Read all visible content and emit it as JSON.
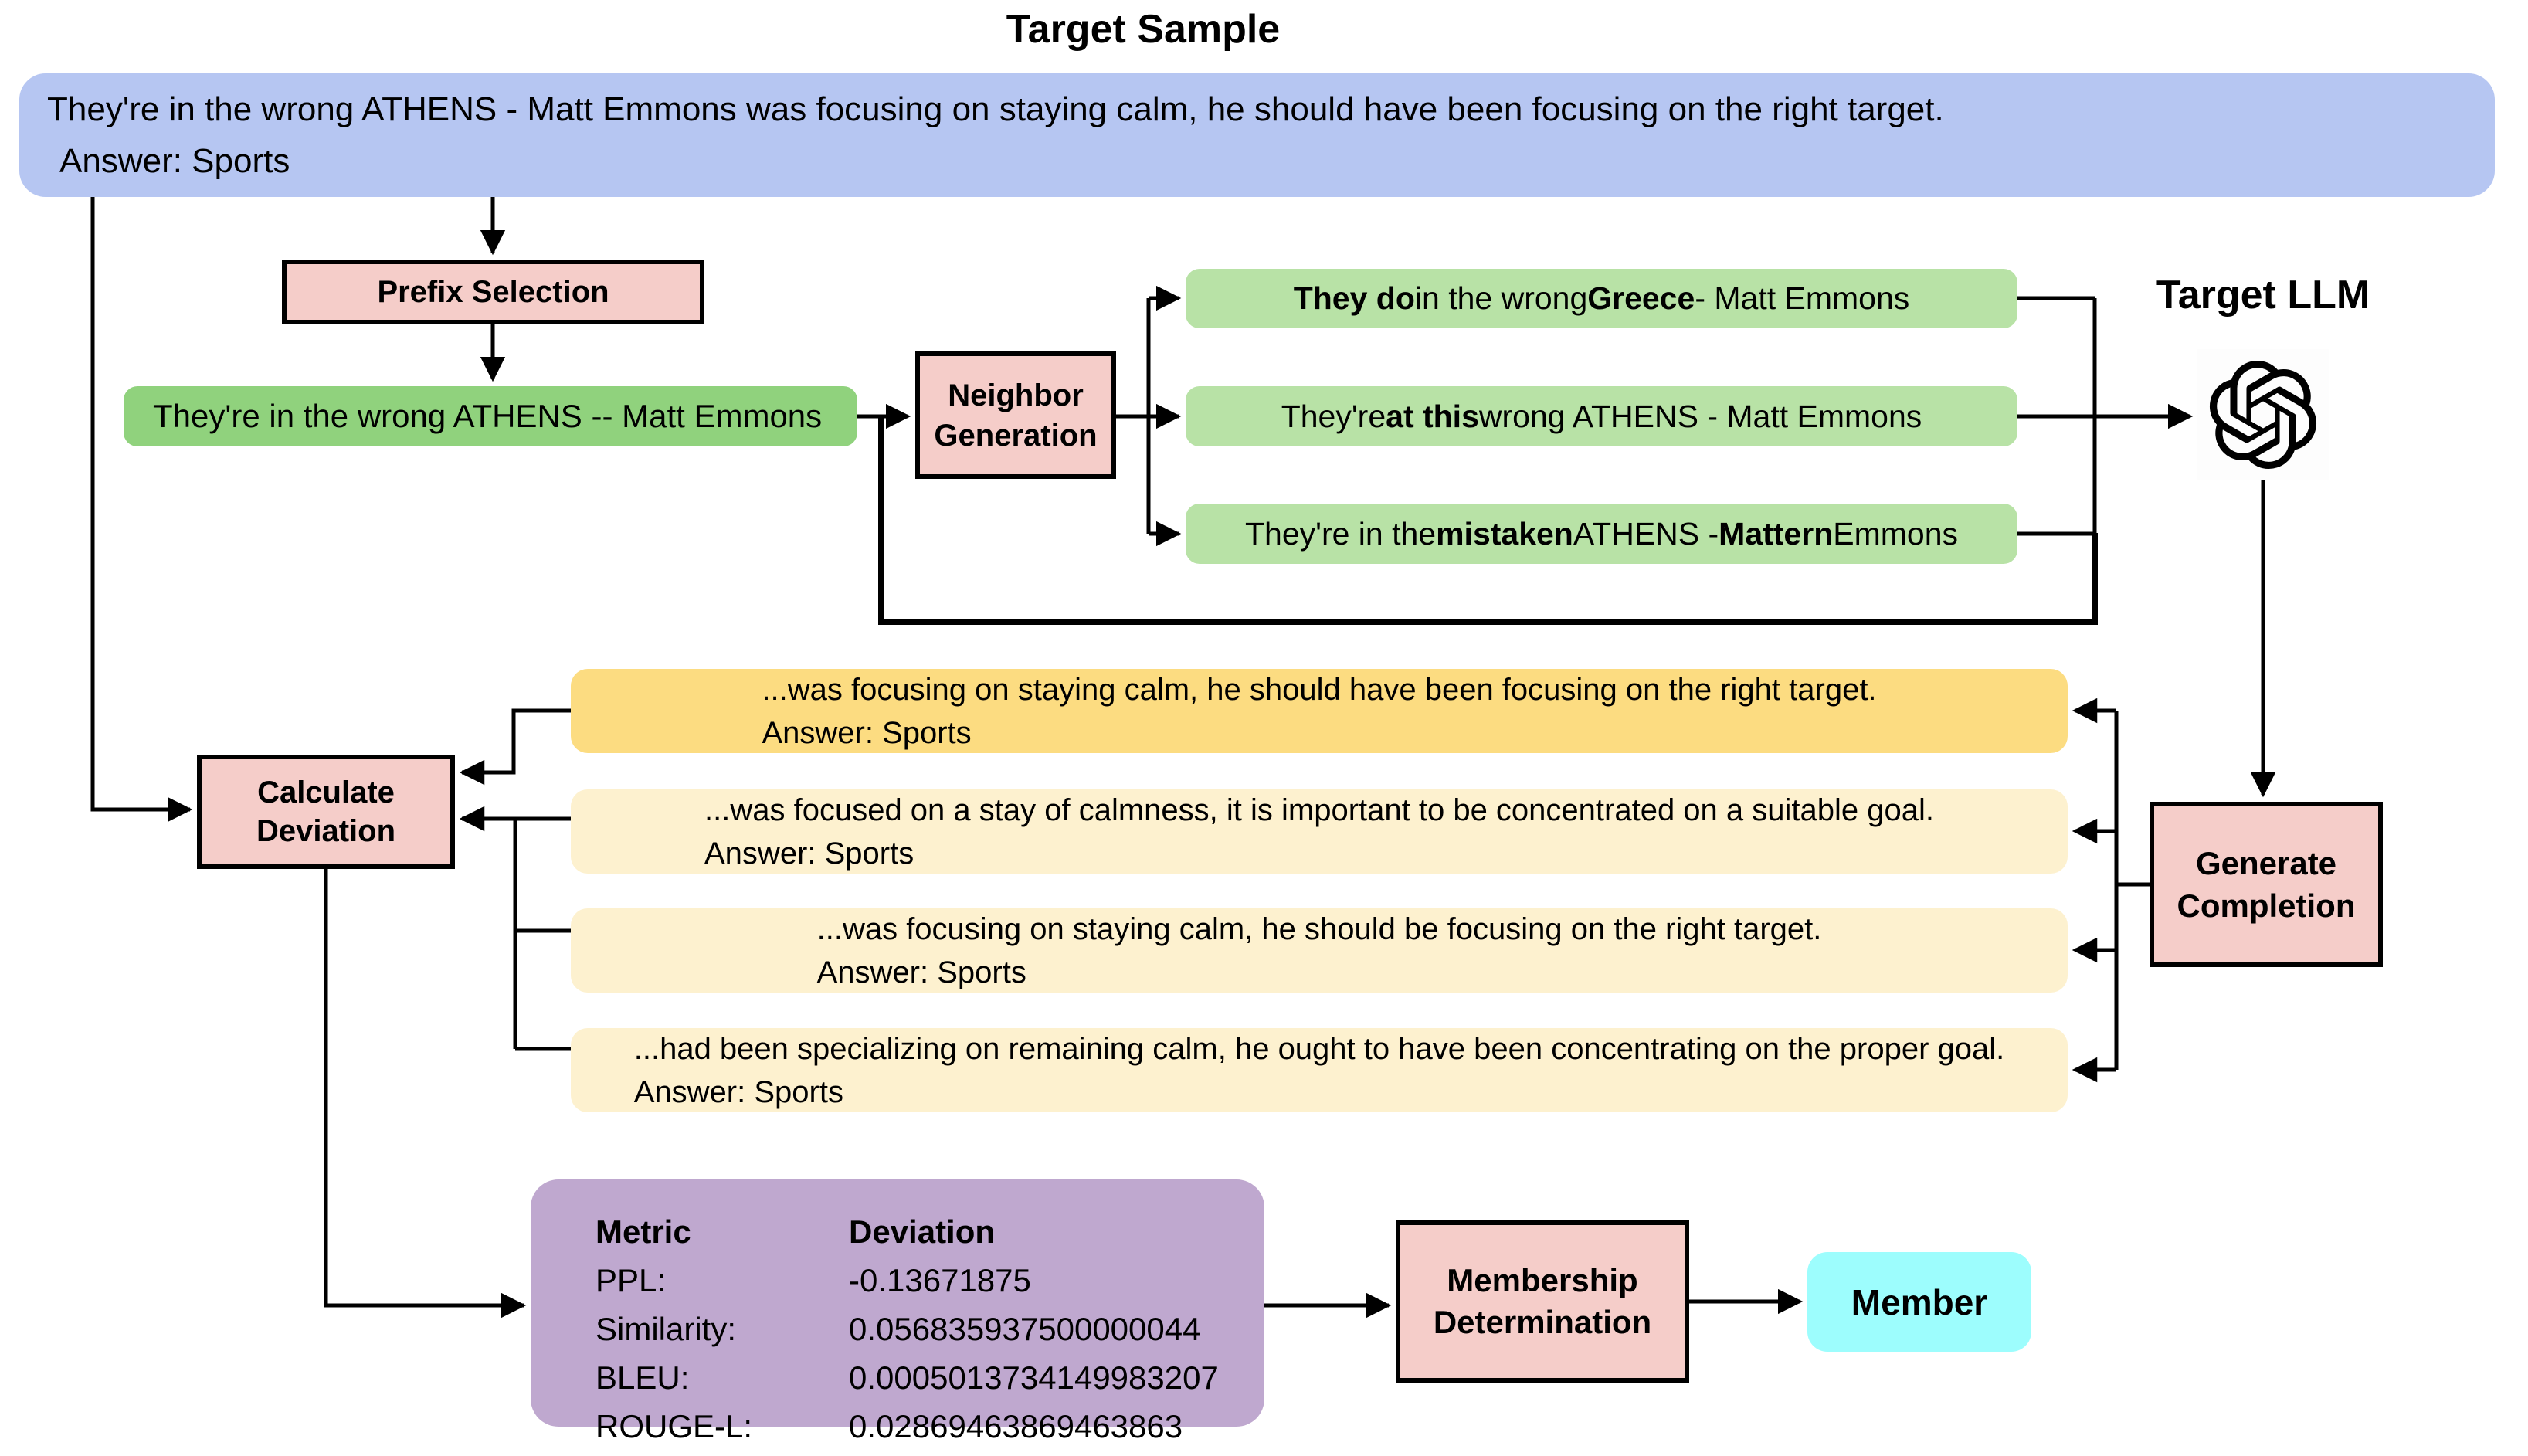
{
  "title": "Target Sample",
  "target_sample": {
    "line1": "They're in the wrong ATHENS - Matt Emmons was focusing on staying calm, he should have been focusing on the right target.",
    "line2": "Answer: Sports"
  },
  "prefix_selection_label": "Prefix Selection",
  "prefix_text": "They're in the wrong ATHENS -- Matt Emmons",
  "neighbor_generation_label": "Neighbor Generation",
  "neighbors": [
    {
      "segments": [
        {
          "t": "They do",
          "b": true
        },
        {
          "t": " in the wrong ",
          "b": false
        },
        {
          "t": "Greece",
          "b": true
        },
        {
          "t": " - Matt Emmons",
          "b": false
        }
      ]
    },
    {
      "segments": [
        {
          "t": "They're ",
          "b": false
        },
        {
          "t": "at this",
          "b": true
        },
        {
          "t": " wrong ATHENS - Matt Emmons",
          "b": false
        }
      ]
    },
    {
      "segments": [
        {
          "t": "They're in the ",
          "b": false
        },
        {
          "t": "mistaken",
          "b": true
        },
        {
          "t": " ATHENS - ",
          "b": false
        },
        {
          "t": "Mattern",
          "b": true
        },
        {
          "t": " Emmons",
          "b": false
        }
      ]
    }
  ],
  "target_llm_label": "Target LLM",
  "target_llm_icon": "openai-logo",
  "generate_completion_label": "Generate Completion",
  "completions": [
    {
      "line1": "...was focusing on staying calm, he should have been focusing on the right target.",
      "line2": "Answer: Sports"
    },
    {
      "line1": "...was focused on a stay of calmness, it is important to be concentrated on a suitable goal.",
      "line2": "Answer: Sports"
    },
    {
      "line1": "...was focusing on staying calm, he should be focusing on the right target.",
      "line2": "Answer: Sports"
    },
    {
      "line1": "...had been specializing on remaining calm, he ought to have been concentrating on the proper goal.",
      "line2": "Answer: Sports"
    }
  ],
  "calculate_deviation_label": "Calculate Deviation",
  "metrics": {
    "header_metric": "Metric",
    "header_deviation": "Deviation",
    "rows": [
      {
        "name": "PPL:",
        "value": "-0.13671875"
      },
      {
        "name": "Similarity:",
        "value": "0.056835937500000044"
      },
      {
        "name": "BLEU:",
        "value": "0.0005013734149983207"
      },
      {
        "name": "ROUGE-L:",
        "value": "0.02869463869463863"
      }
    ]
  },
  "membership_determination_label": "Membership Determination",
  "result_label": "Member",
  "colors": {
    "sample_blue": "#b6c6f2",
    "process_pink": "#f5cdc9",
    "prefix_green": "#90d27d",
    "neighbor_green": "#b8e2a6",
    "completion_gold": "#fcdc81",
    "completion_cream": "#fdf1cf",
    "metrics_purple": "#bfa8cf",
    "result_cyan": "#9dfdfd",
    "line_black": "#000000"
  }
}
